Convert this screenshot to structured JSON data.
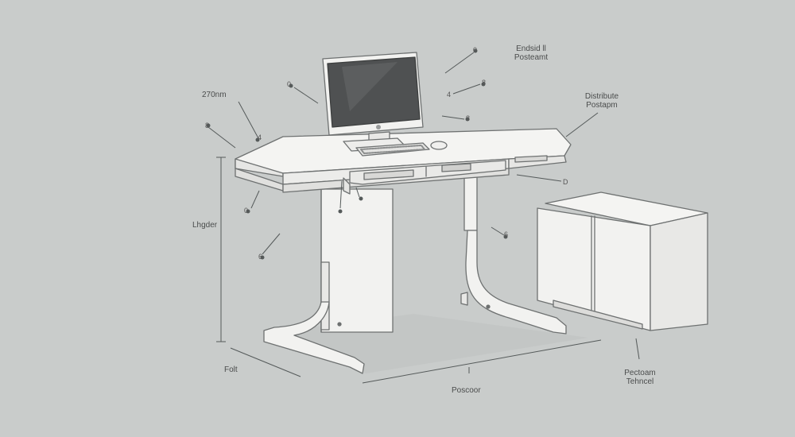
{
  "colors": {
    "background": "#c9cccb",
    "furniture_fill": "#f2f2f0",
    "outline": "#6e7171",
    "screen": "#4f5152",
    "annotation_line": "#555a5a"
  },
  "labels": {
    "top_right_1": {
      "line1": "Endsid ll",
      "line2": "Posteamt"
    },
    "top_right_2": {
      "line1": "Distribute",
      "line2": "Postapm"
    },
    "top_left": "270nm",
    "left_height": "Lhgder",
    "bottom_left": "Folt",
    "bottom_center": "Poscoor",
    "bottom_right": {
      "line1": "Pectoam",
      "line2": "Tehncel"
    }
  },
  "callouts": {
    "c1": "0",
    "c2": "8",
    "c3": "4",
    "c4": "8",
    "c5": "0",
    "c6": "4",
    "c7": "8",
    "c8": "D",
    "c9": "0",
    "c10": "6",
    "c11": "6"
  }
}
